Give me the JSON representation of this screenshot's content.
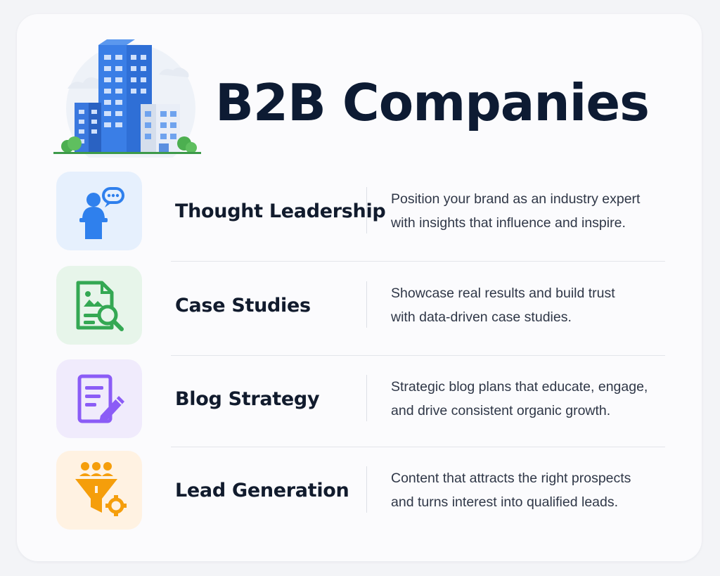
{
  "header": {
    "title": "B2B Companies",
    "illustration": "office-buildings-illustration"
  },
  "items": [
    {
      "title": "Thought Leadership",
      "icon": "speaker-podium-icon",
      "tile_color": "#e6f0fd",
      "accent": "#2f80ed",
      "description_lines": [
        "Position your brand as an industry expert",
        "with insights that influence and inspire."
      ]
    },
    {
      "title": "Case Studies",
      "icon": "document-search-icon",
      "tile_color": "#e7f5ea",
      "accent": "#34a853",
      "description_lines": [
        "Showcase real results and build trust",
        "with data-driven case studies."
      ]
    },
    {
      "title": "Blog Strategy",
      "icon": "document-edit-icon",
      "tile_color": "#f0ebfc",
      "accent": "#8b5cf6",
      "description_lines": [
        "Strategic blog plans that educate, engage,",
        "and drive consistent organic growth."
      ]
    },
    {
      "title": "Lead Generation",
      "icon": "funnel-gear-icon",
      "tile_color": "#fff2e2",
      "accent": "#f59e0b",
      "description_lines": [
        "Content that attracts the right prospects",
        "and turns interest into qualified leads."
      ]
    }
  ]
}
